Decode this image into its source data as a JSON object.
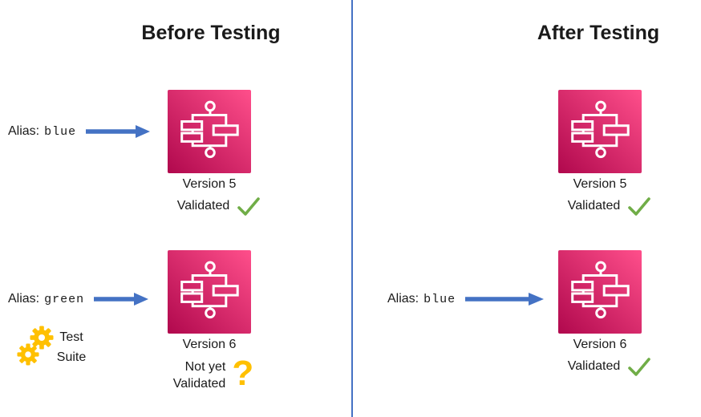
{
  "colors": {
    "arrow_blue": "#4472C4",
    "divider_blue": "#4472C4",
    "check_green": "#70AD47",
    "gold": "#FFC000",
    "icon_gradient_dark": "#B0084D",
    "icon_gradient_light": "#FF4F8B"
  },
  "icons": {
    "workflow": "aws-step-functions-workflow-icon",
    "check": "green-checkmark-icon",
    "question": "gold-question-mark-icon",
    "gears": "gold-gears-icon",
    "arrow": "blue-right-arrow-icon"
  },
  "before": {
    "title": "Before Testing",
    "v5_alias": {
      "label": "Alias:",
      "value": "blue"
    },
    "v5": {
      "name": "Version 5",
      "status": "Validated"
    },
    "v6_alias": {
      "label": "Alias:",
      "value": "green"
    },
    "v6": {
      "name": "Version 6",
      "status_line1": "Not yet",
      "status_line2": "Validated",
      "status_mark": "?"
    },
    "test_suite": {
      "line1": "Test",
      "line2": "Suite"
    }
  },
  "after": {
    "title": "After Testing",
    "v5": {
      "name": "Version 5",
      "status": "Validated"
    },
    "v6_alias": {
      "label": "Alias:",
      "value": "blue"
    },
    "v6": {
      "name": "Version 6",
      "status": "Validated"
    }
  }
}
